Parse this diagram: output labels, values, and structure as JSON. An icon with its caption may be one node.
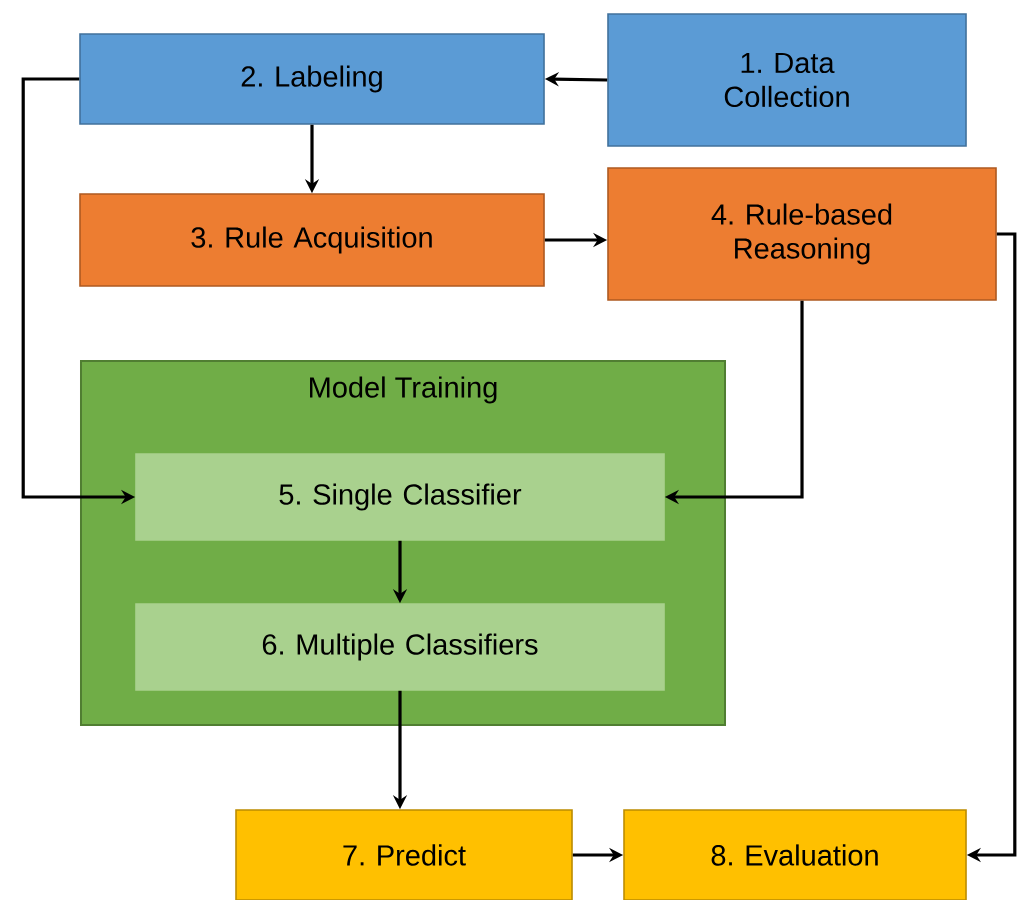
{
  "diagram": {
    "nodes": [
      {
        "text": [
          "1. Data Collection"
        ]
      },
      {
        "text": [
          "2. Labeling"
        ]
      },
      {
        "text": [
          "3. Rule Acquisition"
        ]
      },
      {
        "text": [
          "4. Rule-based Reasoning"
        ]
      },
      {
        "text": [
          "Model Training"
        ]
      },
      {
        "text": [
          "5. Single Classifier"
        ],
        "in": 4
      },
      {
        "text": [
          "6. Multiple Classifiers"
        ],
        "in": 4
      },
      {
        "text": [
          "7. Predict"
        ]
      },
      {
        "text": [
          "8. Evaluation"
        ]
      }
    ],
    "edges": [
      {
        "from": 0,
        "to": 1,
        "arrow": "to"
      },
      {
        "from": 1,
        "to": 2,
        "arrow": "to"
      },
      {
        "from": 2,
        "to": 3,
        "arrow": "to"
      },
      {
        "from": 1,
        "to": 5,
        "arrow": "to"
      },
      {
        "from": 3,
        "to": 5,
        "arrow": "to"
      },
      {
        "from": 5,
        "to": 6,
        "arrow": "to"
      },
      {
        "from": 6,
        "to": 7,
        "arrow": "to"
      },
      {
        "from": 7,
        "to": 8,
        "arrow": "to"
      },
      {
        "from": 3,
        "to": 8,
        "arrow": "to"
      }
    ]
  }
}
